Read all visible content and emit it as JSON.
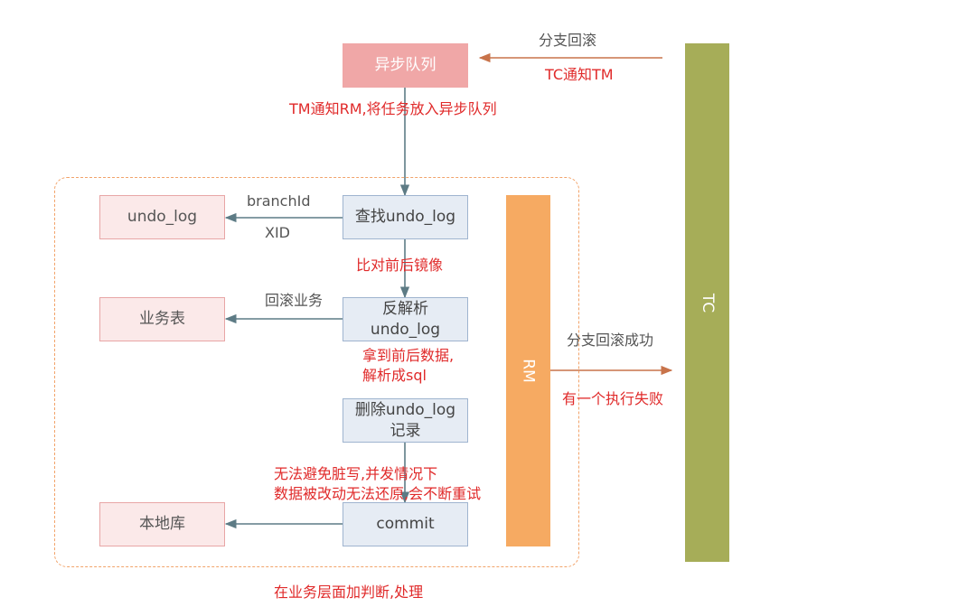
{
  "diagram": {
    "async_queue": "异步队列",
    "tm_notify_rm": "TM通知RM,将任务放入异步队列",
    "branch_rollback_top": "分支回滚",
    "tc_notify_tm": "TC通知TM",
    "tc_label": "TC",
    "rm_label": "RM",
    "undo_log_store": "undo_log",
    "find_undo_log": "查找undo_log",
    "branch_id": "branchId",
    "xid": "XID",
    "compare_images": "比对前后镜像",
    "reverse_parse_line1": "反解析",
    "reverse_parse_line2": "undo_log",
    "business_table": "业务表",
    "rollback_business": "回滚业务",
    "get_before_after_line1": "拿到前后数据,",
    "get_before_after_line2": "解析成sql",
    "delete_undo_line1": "删除undo_log",
    "delete_undo_line2": "记录",
    "dirty_write_line1": "无法避免脏写,并发情况下",
    "dirty_write_line2": "数据被改动无法还原,会不断重试",
    "commit": "commit",
    "local_db": "本地库",
    "branch_rollback_success": "分支回滚成功",
    "one_failed": "有一个执行失败",
    "business_layer_handling": "在业务层面加判断,处理"
  },
  "colors": {
    "queue_box": "#f0a7a7",
    "store_box_fill": "#fbe9e9",
    "store_box_border": "#e8a6a6",
    "step_box_fill": "#e6ecf4",
    "step_box_border": "#9fb4cf",
    "rm_bar": "#f6aa62",
    "tc_bar": "#a6ad58",
    "dashed_border": "#f2a36a",
    "arrow_gray": "#5d7b85",
    "arrow_orange": "#c8734a",
    "annotation_red": "#e02a2a"
  }
}
